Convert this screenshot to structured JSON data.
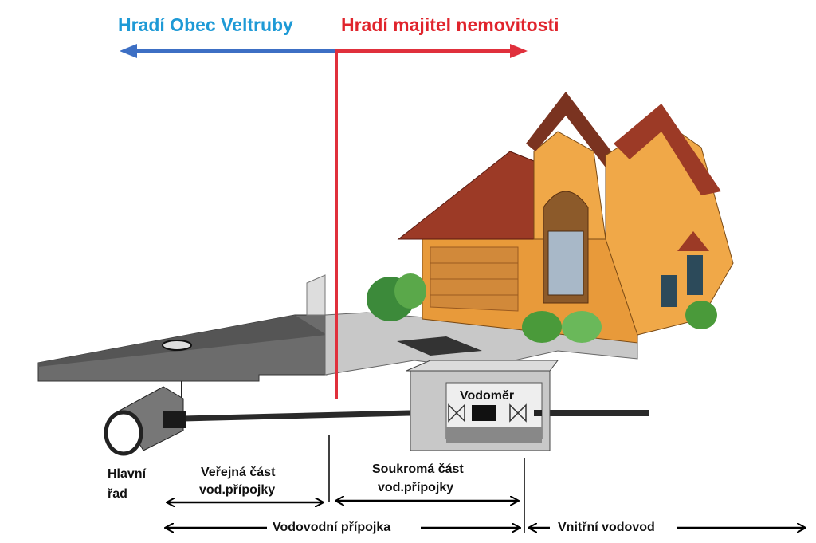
{
  "header": {
    "left_label": "Hradí Obec Veltruby",
    "right_label": "Hradí majitel nemovitosti"
  },
  "labels": {
    "main_pipe_line1": "Hlavní",
    "main_pipe_line2": "řad",
    "public_part_line1": "Veřejná část",
    "public_part_line2": "vod.přípojky",
    "private_part_line1": "Soukromá část",
    "private_part_line2": "vod.přípojky",
    "water_meter": "Vodoměr",
    "water_connection": "Vodovodní přípojka",
    "internal_plumbing": "Vnitřní vodovod"
  },
  "colors": {
    "public": "#1e9ad6",
    "private": "#e0242c",
    "left_arrow": "#3d6fc4",
    "divider": "#e0303c"
  }
}
